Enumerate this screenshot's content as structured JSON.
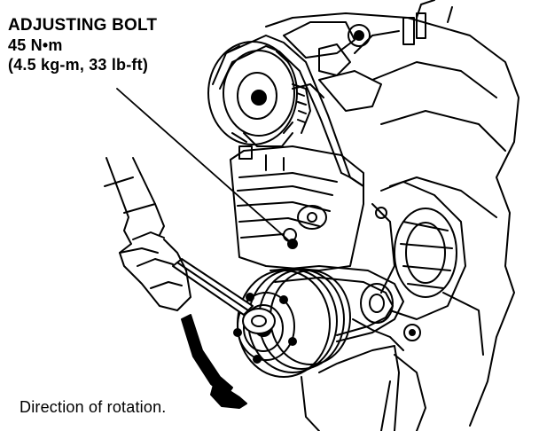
{
  "callout": {
    "title": "ADJUSTING BOLT",
    "torque_nm": "45 N•m",
    "torque_alt": "(4.5 kg-m, 33 lb-ft)"
  },
  "caption": "Direction of rotation.",
  "colors": {
    "line": "#000000",
    "background": "#ffffff"
  }
}
